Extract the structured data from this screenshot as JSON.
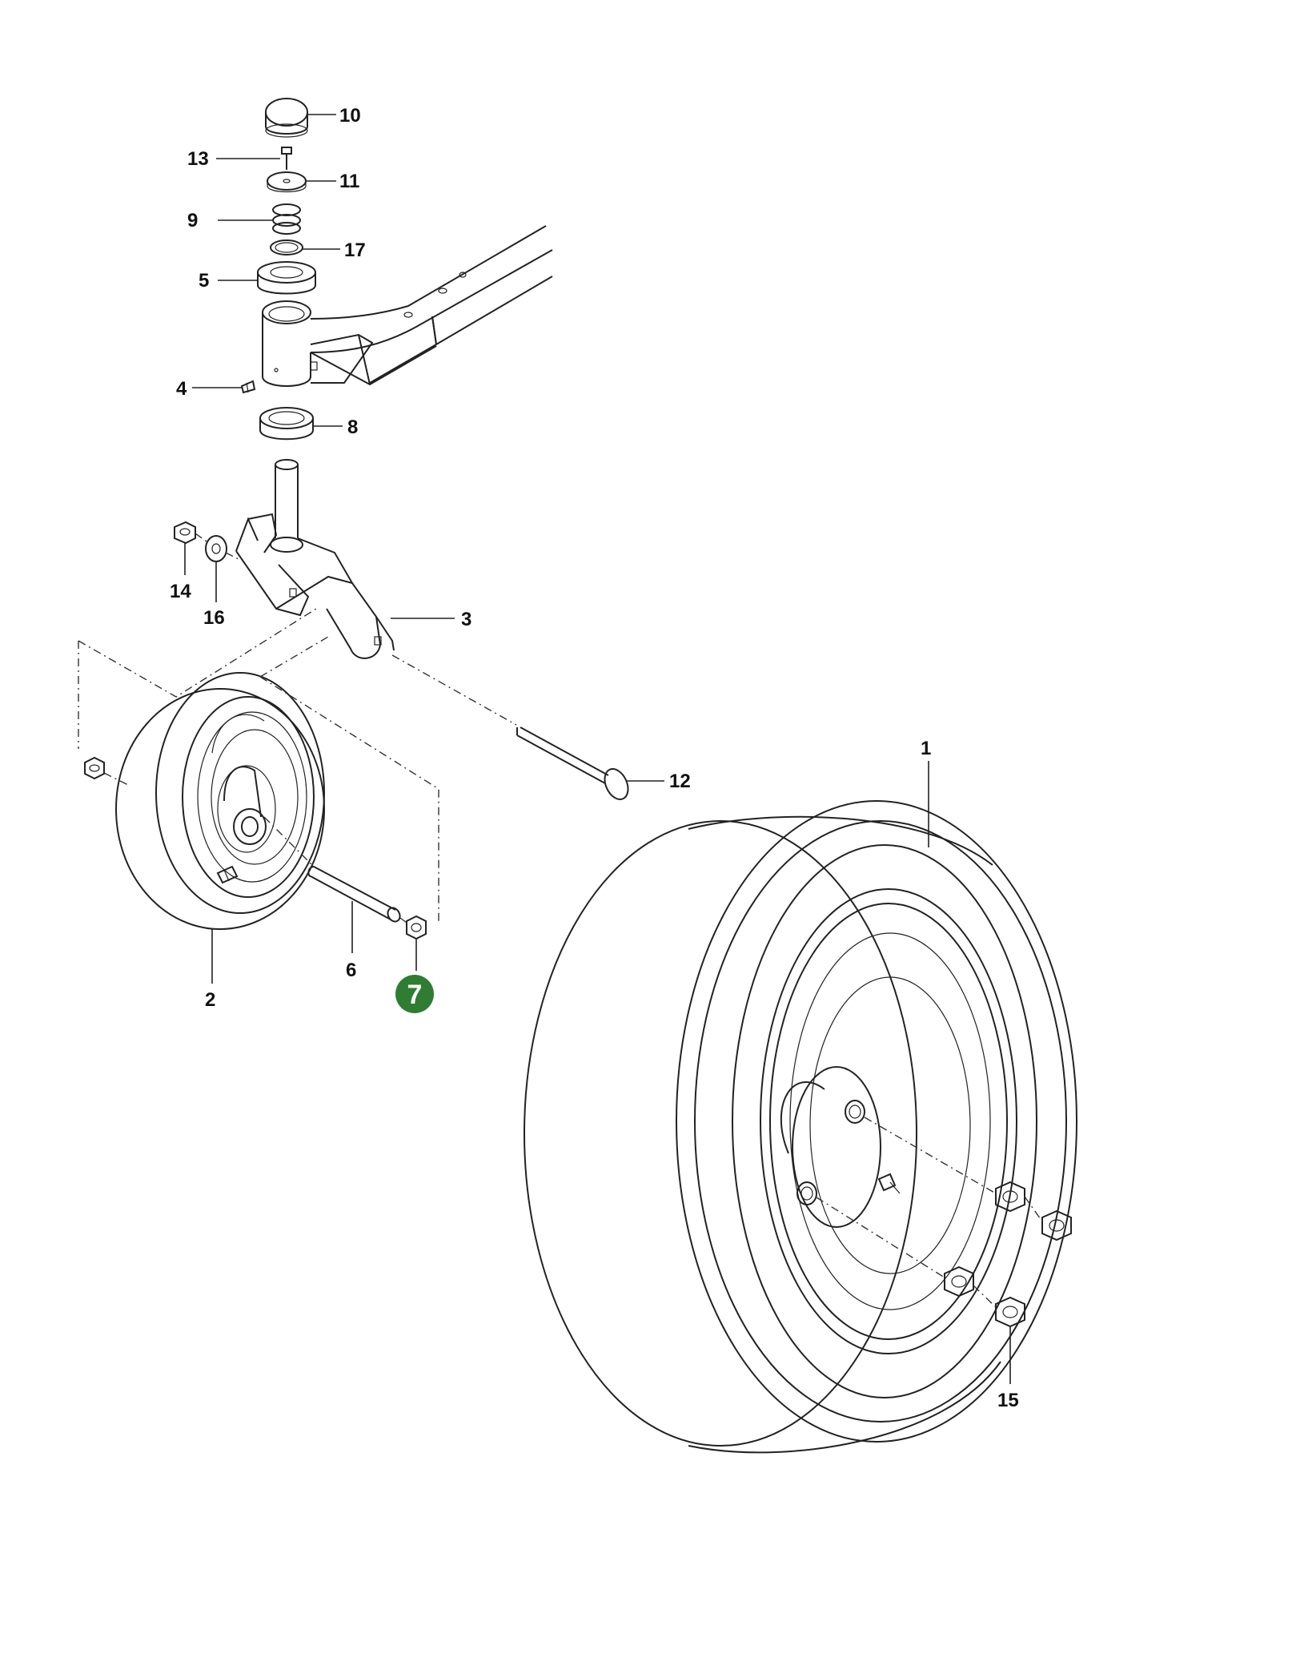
{
  "accent_color": "#2e7d32",
  "highlighted_part": "7",
  "callouts": [
    {
      "label": "10"
    },
    {
      "label": "13"
    },
    {
      "label": "11"
    },
    {
      "label": "9"
    },
    {
      "label": "17"
    },
    {
      "label": "5"
    },
    {
      "label": "4"
    },
    {
      "label": "8"
    },
    {
      "label": "14"
    },
    {
      "label": "16"
    },
    {
      "label": "3"
    },
    {
      "label": "12"
    },
    {
      "label": "1"
    },
    {
      "label": "6"
    },
    {
      "label": "2"
    },
    {
      "label": "15"
    }
  ]
}
